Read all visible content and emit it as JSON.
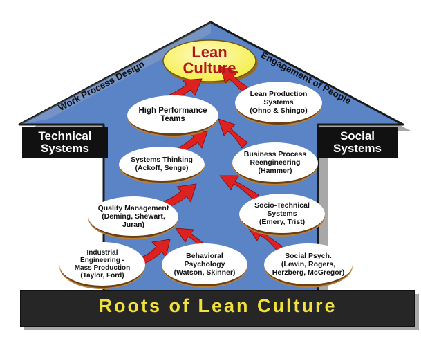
{
  "title": {
    "line1": "Lean",
    "line2": "Culture"
  },
  "left_tag": "Work Process Design",
  "right_tag": "Engagement of People",
  "side_left": {
    "line1": "Technical",
    "line2": "Systems"
  },
  "side_right": {
    "line1": "Social",
    "line2": "Systems"
  },
  "base_label": "Roots of Lean Culture",
  "nodes": {
    "high_performance": "High Performance\nTeams",
    "lean_production": "Lean Production\nSystems\n(Ohno & Shingo)",
    "systems_thinking": "Systems Thinking\n(Ackoff, Senge)",
    "bpr": "Business Process\nReengineering\n(Hammer)",
    "quality": "Quality Management\n(Deming, Shewart,\nJuran)",
    "socio_technical": "Socio-Technical\nSystems\n(Emery, Trist)",
    "industrial": "Industrial\nEngineering -\nMass Production\n(Taylor, Ford)",
    "behavioral": "Behavioral\nPsychology\n(Watson, Skinner)",
    "social_psych": "Social Psych.\n(Lewin, Rogers,\nHerzberg, McGregor)"
  },
  "colors": {
    "pyramid": "#5b84c6",
    "outline": "#1a1a1a",
    "bar": "#262626",
    "title_fill": "#f5ee4a",
    "title_text": "#b01818",
    "arrow": "#dd2020",
    "base_text": "#f0e23a",
    "shadow": "#a8a8a8"
  }
}
